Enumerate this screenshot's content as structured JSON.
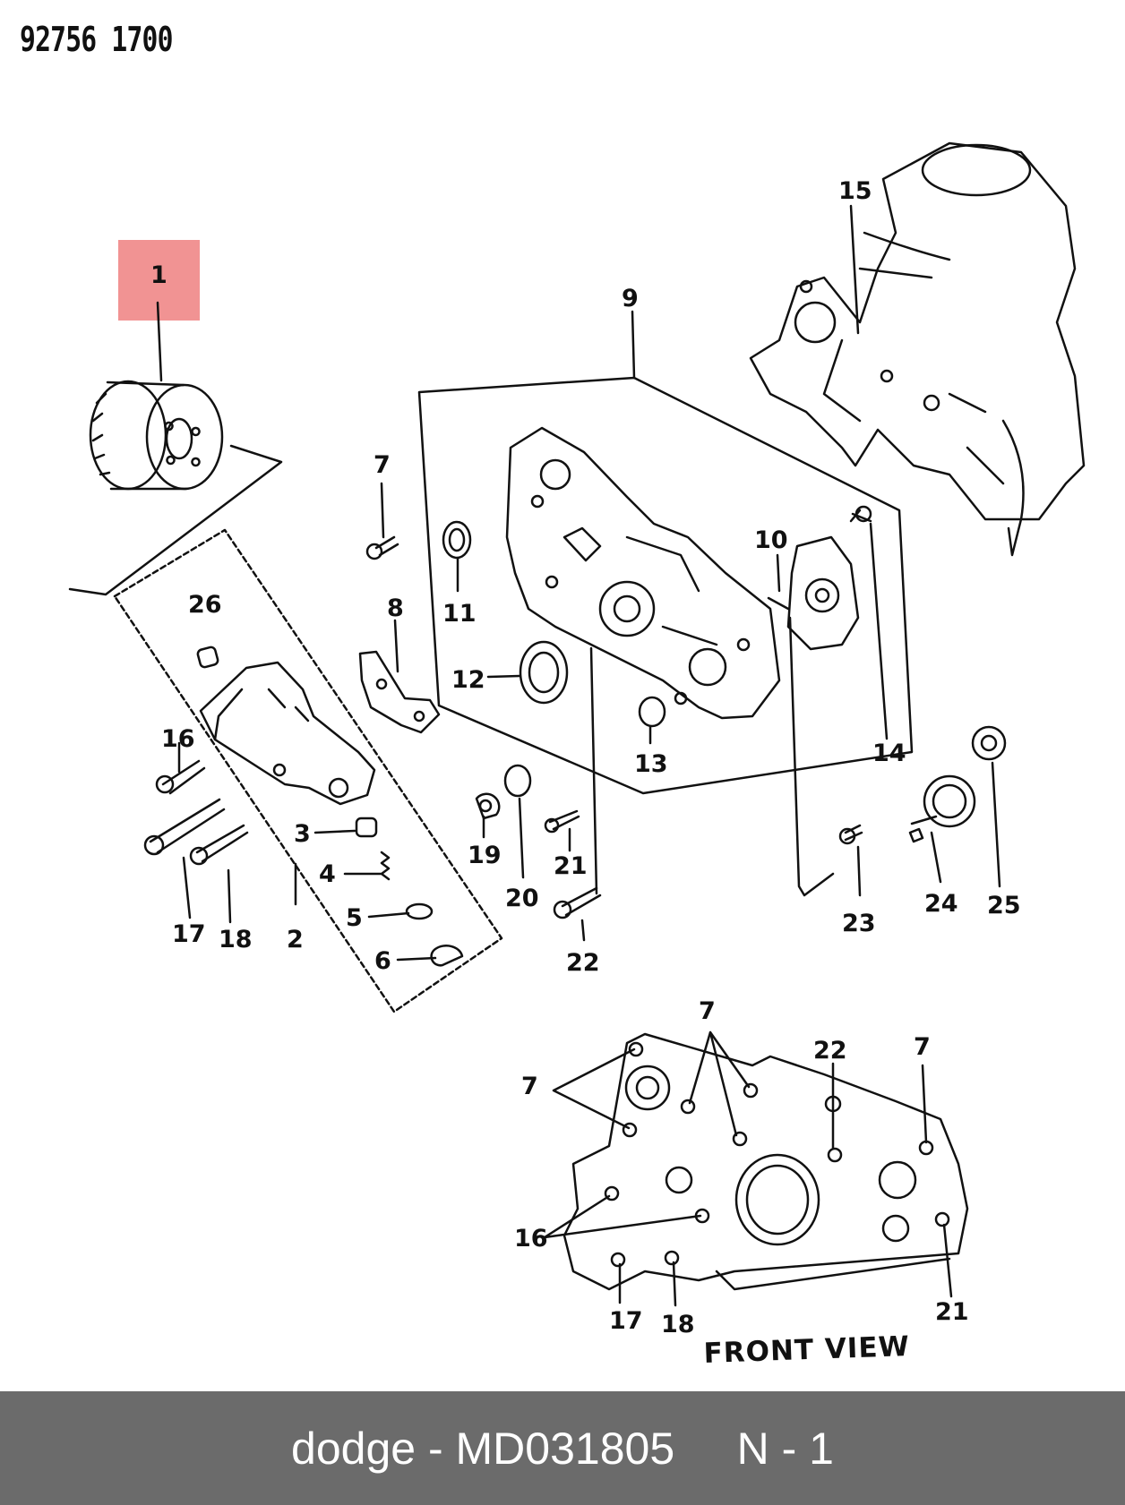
{
  "sheet": {
    "code": "92756 1700"
  },
  "diagram": {
    "highlighted_part": "1",
    "labels": {
      "p1": "1",
      "p2": "2",
      "p3": "3",
      "p4": "4",
      "p5": "5",
      "p6": "6",
      "p7a": "7",
      "p8": "8",
      "p9": "9",
      "p10": "10",
      "p11": "11",
      "p12": "12",
      "p13": "13",
      "p14": "14",
      "p15": "15",
      "p16a": "16",
      "p17a": "17",
      "p18a": "18",
      "p19": "19",
      "p20": "20",
      "p21a": "21",
      "p22a": "22",
      "p23": "23",
      "p24": "24",
      "p25": "25",
      "p26": "26"
    },
    "front_view": {
      "title": "FRONT VIEW",
      "labels": {
        "p7b": "7",
        "p7c": "7",
        "p7d": "7",
        "p22b": "22",
        "p16b": "16",
        "p17b": "17",
        "p18b": "18",
        "p21b": "21"
      }
    }
  },
  "footer": {
    "brand": "dodge",
    "separator": " - ",
    "part_number": "MD031805",
    "gap": "     ",
    "position": "N - 1"
  }
}
